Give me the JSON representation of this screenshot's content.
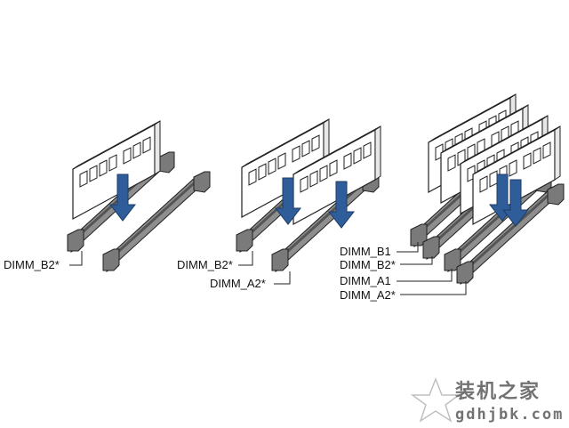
{
  "diagram": {
    "panels": [
      {
        "labels": [
          "DIMM_B2*"
        ]
      },
      {
        "labels": [
          "DIMM_B2*",
          "DIMM_A2*"
        ]
      },
      {
        "labels": [
          "DIMM_B1",
          "DIMM_B2*",
          "DIMM_A1",
          "DIMM_A2*"
        ]
      }
    ]
  },
  "watermark": {
    "chinese": "装机之家",
    "url": "gdhjbk.com"
  },
  "colors": {
    "slot_dark": "#555555",
    "slot_mid": "#8e8e8e",
    "slot_light": "#bdbdbd",
    "arrow": "#2f5d9a",
    "module_fill": "#ffffff",
    "outline": "#222222"
  }
}
